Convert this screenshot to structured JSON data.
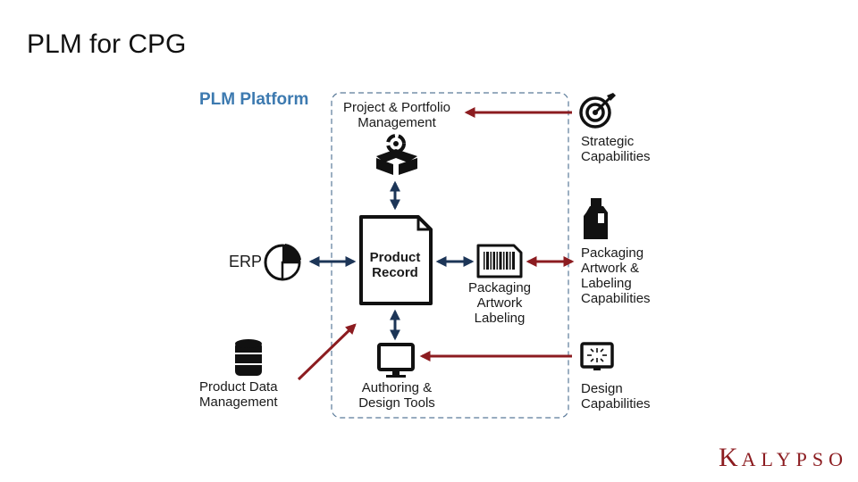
{
  "slide": {
    "title": "PLM for CPG"
  },
  "platform": {
    "label": "PLM Platform"
  },
  "nodes": {
    "project_portfolio": {
      "line1": "Project & Portfolio",
      "line2": "Management"
    },
    "product_record": {
      "line1": "Product",
      "line2": "Record"
    },
    "packaging_labeling": {
      "line1": "Packaging",
      "line2": "Artwork",
      "line3": "Labeling"
    },
    "authoring_tools": {
      "line1": "Authoring &",
      "line2": "Design Tools"
    },
    "erp": {
      "label": "ERP"
    },
    "product_data_mgmt": {
      "line1": "Product Data",
      "line2": "Management"
    },
    "strategic": {
      "line1": "Strategic",
      "line2": "Capabilities"
    },
    "packaging_capabilities": {
      "line1": "Packaging",
      "line2": "Artwork &",
      "line3": "Labeling",
      "line4": "Capabilities"
    },
    "design_capabilities": {
      "line1": "Design",
      "line2": "Capabilities"
    }
  },
  "logo": {
    "first": "K",
    "rest": "ALYPSO"
  },
  "icons": {
    "project": "boxes-cycle-icon",
    "document": "document-icon",
    "barcode": "barcode-label-icon",
    "monitor": "monitor-icon",
    "erp": "pie-chart-icon",
    "database": "database-icon",
    "target": "target-icon",
    "bottle": "bottle-icon",
    "design": "design-screen-icon"
  },
  "colors": {
    "accent_blue": "#3d7ab0",
    "navy_arrow": "#1c3557",
    "red_arrow": "#8c1c20",
    "dashed_border": "#5a7a99"
  }
}
